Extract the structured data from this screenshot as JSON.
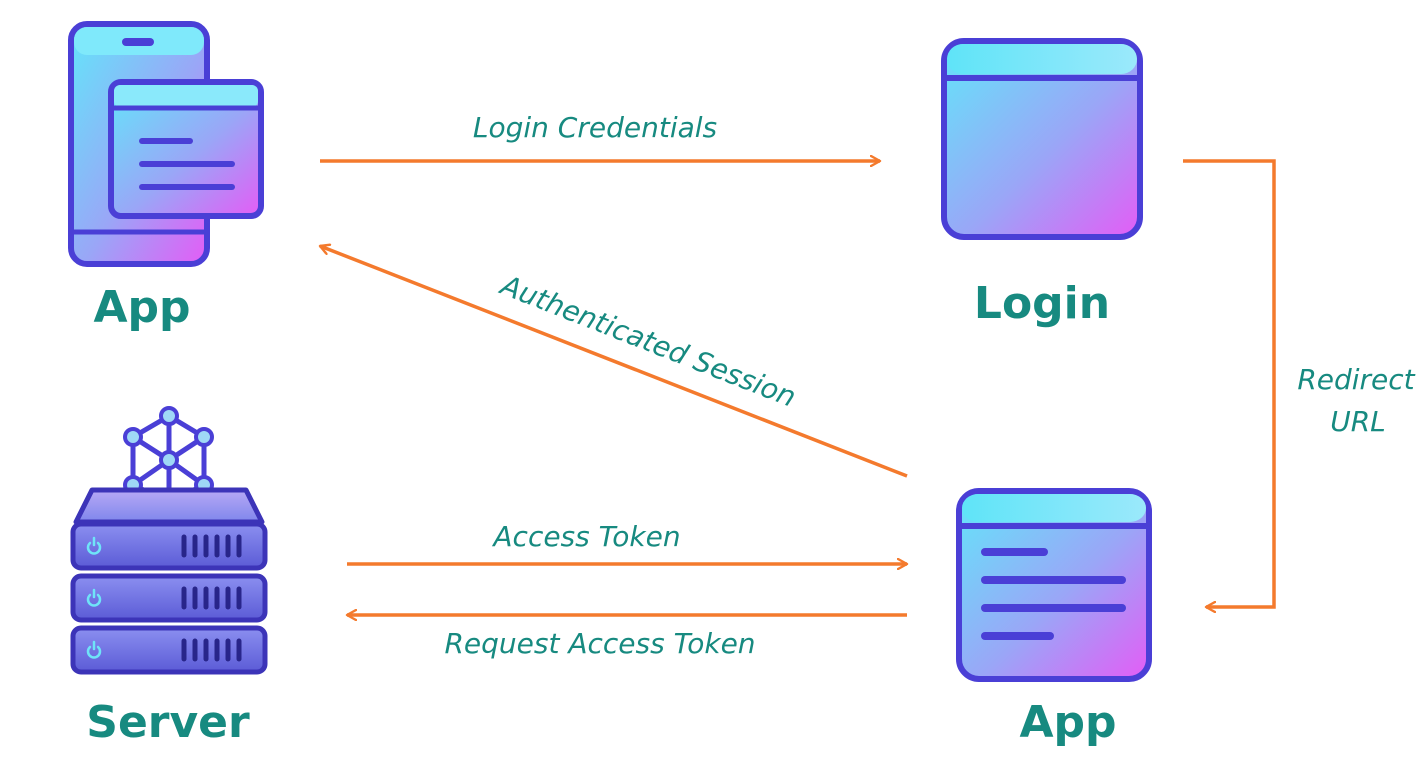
{
  "colors": {
    "accent": "#f47a2d",
    "label": "#178a80",
    "icon_outline": "#4a3fd6",
    "icon_top": "#5ee2f8",
    "icon_bottom": "#e05cf5"
  },
  "nodes": {
    "app_top": {
      "label": "App",
      "icon": "mobile-app-icon"
    },
    "login": {
      "label": "Login",
      "icon": "login-window-icon"
    },
    "server": {
      "label": "Server",
      "icon": "server-network-icon"
    },
    "app_bottom": {
      "label": "App",
      "icon": "app-window-icon"
    }
  },
  "edges": {
    "login_credentials": {
      "label": "Login Credentials"
    },
    "authenticated_session": {
      "label": "Authenticated Session"
    },
    "redirect_url": {
      "label_line1": "Redirect",
      "label_line2": "URL"
    },
    "access_token": {
      "label": "Access Token"
    },
    "request_access_token": {
      "label": "Request Access Token"
    }
  }
}
